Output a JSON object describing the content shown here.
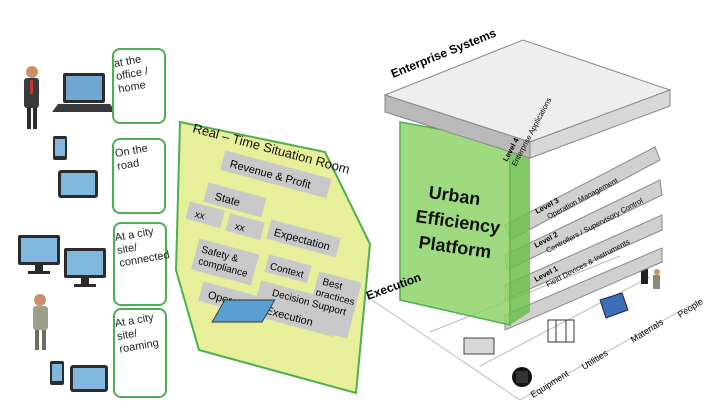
{
  "access_points": [
    {
      "label": "at the office / home"
    },
    {
      "label": "On the road"
    },
    {
      "label": "At a city site/ connected"
    },
    {
      "label": "At a city site/ roaming"
    }
  ],
  "situation_room": {
    "title": "Real – Time Situation Room",
    "tiles": [
      "Revenue & Profit",
      "State",
      "xx",
      "xx",
      "Expectation",
      "Safety & compliance",
      "Context",
      "Best practices",
      "Decision Support & Experience",
      "Operational Execution"
    ]
  },
  "platform": {
    "enterprise_systems": "Enterprise Systems",
    "core_label_lines": [
      "Urban",
      "Efficiency",
      "Platform"
    ],
    "levels": [
      {
        "level": "Level 4",
        "name": "Enterprise Applications"
      },
      {
        "level": "Level 3",
        "name": "Operation Management"
      },
      {
        "level": "Level 2",
        "name": "Controllers / Supervisory Control"
      },
      {
        "level": "Level 1",
        "name": "Field Devices & Instruments"
      }
    ],
    "execution": "Execution",
    "categories": [
      "Equipment",
      "Utilities",
      "Materials",
      "People"
    ]
  },
  "colors": {
    "green_border": "#4caf50",
    "yellow_panel": "#e7ef9a",
    "platform_green": "#8fd46a",
    "gray_slab": "#b9b9b9"
  }
}
